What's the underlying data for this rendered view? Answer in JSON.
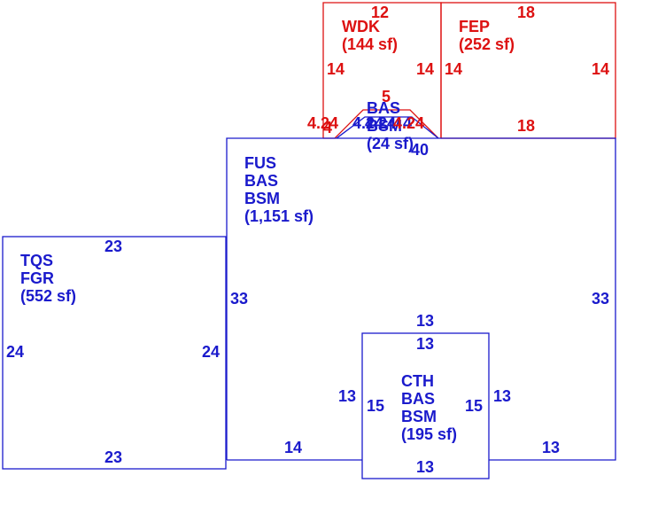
{
  "colors": {
    "blue": "#1a1acc",
    "red": "#dd1111"
  },
  "areas": {
    "tqs": {
      "lines": [
        "TQS",
        "FGR",
        "(552 sf)"
      ],
      "color": "blue"
    },
    "fus": {
      "lines": [
        "FUS",
        "BAS",
        "BSM",
        "(1,151 sf)"
      ],
      "color": "blue"
    },
    "cth": {
      "lines": [
        "CTH",
        "BAS",
        "BSM",
        "(195 sf)"
      ],
      "color": "blue"
    },
    "wdk": {
      "lines": [
        "WDK",
        "(144 sf)"
      ],
      "color": "red"
    },
    "fep": {
      "lines": [
        "FEP",
        "(252 sf)"
      ],
      "color": "red"
    },
    "bay": {
      "lines": [
        "BAS",
        "BSM",
        "(24 sf)"
      ],
      "color": "blue"
    }
  },
  "dims": {
    "tqs_top": "23",
    "tqs_bottom": "23",
    "tqs_left": "24",
    "tqs_right": "24",
    "fus_left": "33",
    "fus_right": "33",
    "fus_bottom_left": "14",
    "fus_bottom_right": "13",
    "fus_top_bay": "40",
    "cth_top_outer": "13",
    "cth_top_inner": "13",
    "cth_left_outer": "13",
    "cth_left_inner": "15",
    "cth_right_inner": "15",
    "cth_right_outer": "13",
    "cth_bottom": "13",
    "wdk_top": "12",
    "wdk_left": "14",
    "wdk_right": "14",
    "fep_top": "18",
    "fep_left": "14",
    "fep_right": "14",
    "fep_bottom": "18",
    "red_bay_left_a": "4.24",
    "red_bay_left_b": "4",
    "red_bay_top": "5",
    "red_bay_right": "4.24",
    "blue_bay_left": "4.24",
    "blue_bay_mid": "4.24",
    "blue_bay_right": "4"
  }
}
